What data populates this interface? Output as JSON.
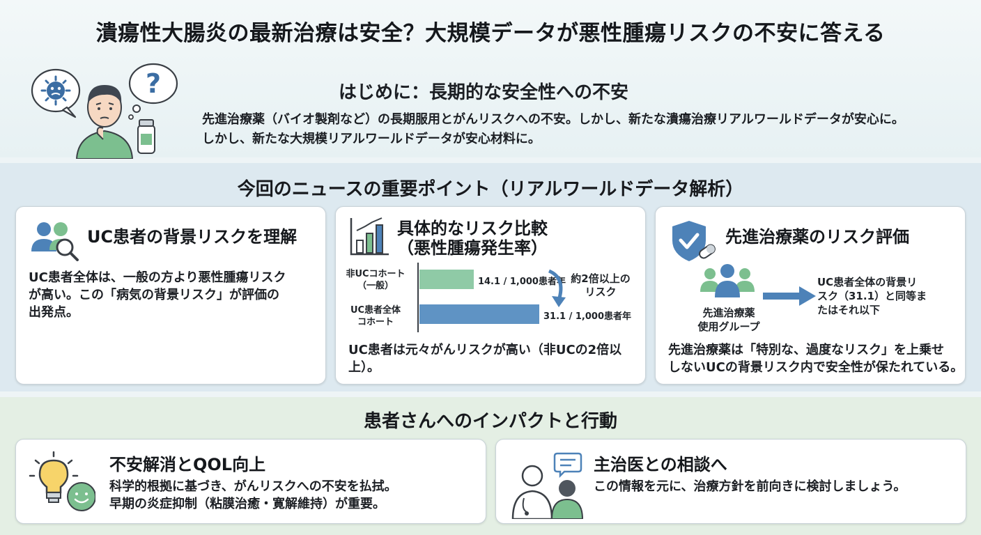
{
  "title": "潰瘍性大腸炎の最新治療は安全？大規模データが悪性腫瘍リスクの不安に答える",
  "intro": {
    "heading": "はじめに：長期的な安全性への不安",
    "line1": "先進治療薬（バイオ製剤など）の長期服用とがんリスクへの不安。しかし、新たな潰瘍治療リアルワールドデータが安心に。",
    "line2": "しかし、新たな大規模リアルワールドデータが安心材料に。",
    "question_mark": "?"
  },
  "points": {
    "heading": "今回のニュースの重要ポイント（リアルワールドデータ解析）",
    "background": {
      "title": "UC患者の背景リスクを理解",
      "body_line1": "UC患者全体は、一般の方より悪性腫瘍リスク",
      "body_line2": "が高い。この「病気の背景リスク」が評価の",
      "body_line3": "出発点。"
    },
    "comparison": {
      "title_line1": "具体的なリスク比較",
      "title_line2": "（悪性腫瘍発生率）",
      "annotation_line1": "約2倍以上の",
      "annotation_line2": "リスク",
      "body_line1": "UC患者は元々がんリスクが高い（非UCの2倍以",
      "body_line2": "上）。"
    },
    "drug": {
      "title": "先進治療薬のリスク評価",
      "group_line1": "先進治療薬",
      "group_line2": "使用グループ",
      "result_line1": "UC患者全体の背景リ",
      "result_line2": "スク（31.1）と同等ま",
      "result_line3": "たはそれ以下",
      "body_line1": "先進治療薬は「特別な、過度なリスク」を上乗せ",
      "body_line2": "しないUCの背景リスク内で安全性が保たれている。"
    }
  },
  "impact": {
    "heading": "患者さんへのインパクトと行動",
    "qol": {
      "title": "不安解消とQOL向上",
      "body_line1": "科学的根拠に基づき、がんリスクへの不安を払拭。",
      "body_line2": "早期の炎症抑制（粘膜治癒・寛解維持）が重要。"
    },
    "consult": {
      "title": "主治医との相談へ",
      "body": "この情報を元に、治療方針を前向きに検討しましょう。"
    }
  },
  "chart_data": {
    "type": "bar",
    "orientation": "horizontal",
    "categories": [
      {
        "line1": "非UCコホート",
        "line2": "（一般）"
      },
      {
        "line1": "UC患者全体",
        "line2": "コホート"
      }
    ],
    "values": [
      14.1,
      31.1
    ],
    "value_labels": [
      "14.1 / 1,000患者年",
      "31.1 / 1,000患者年"
    ],
    "colors": [
      "#8fcaa6",
      "#5f93c4"
    ],
    "xlim": [
      0,
      31.1
    ]
  },
  "colors": {
    "green_bar": "#8fcaa6",
    "blue_bar": "#5f93c4",
    "accent_blue": "#4d82b8",
    "accent_green": "#5d9e7c"
  }
}
